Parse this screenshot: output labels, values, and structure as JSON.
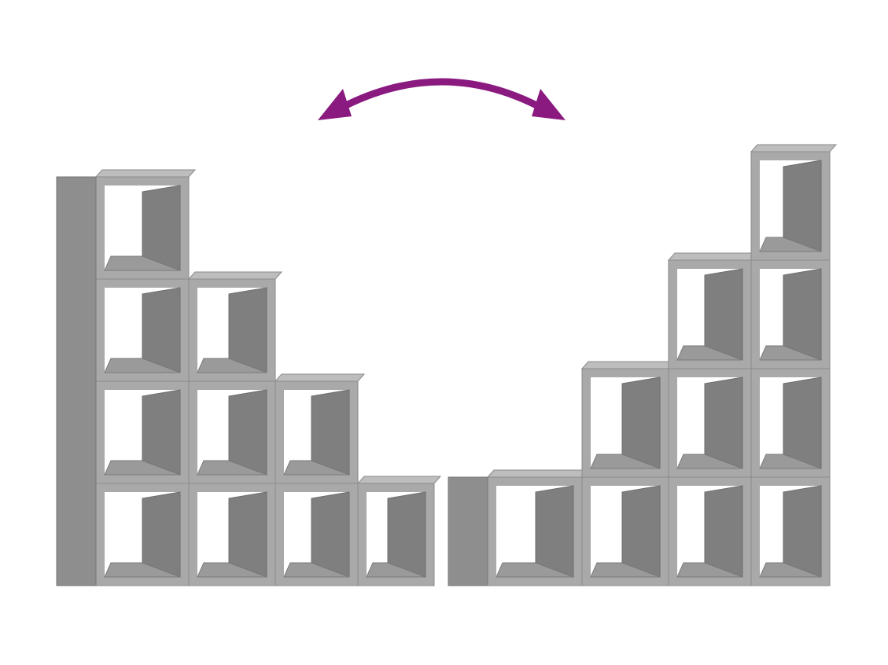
{
  "product": {
    "left_unit": {
      "cubes_per_column": [
        4,
        3,
        2,
        1
      ],
      "orientation": "descending-right"
    },
    "right_unit": {
      "cubes_per_column": [
        1,
        2,
        3,
        4
      ],
      "orientation": "ascending-right"
    }
  },
  "arrow": {
    "icon": "double-headed-curved-arrow-icon",
    "color": "#8a1a80"
  },
  "colors": {
    "panel_front": "#a9a9a9",
    "panel_side": "#8e8e8e",
    "panel_top": "#bdbdbd",
    "back_inner": "#7f7f7f",
    "background": "#ffffff"
  }
}
